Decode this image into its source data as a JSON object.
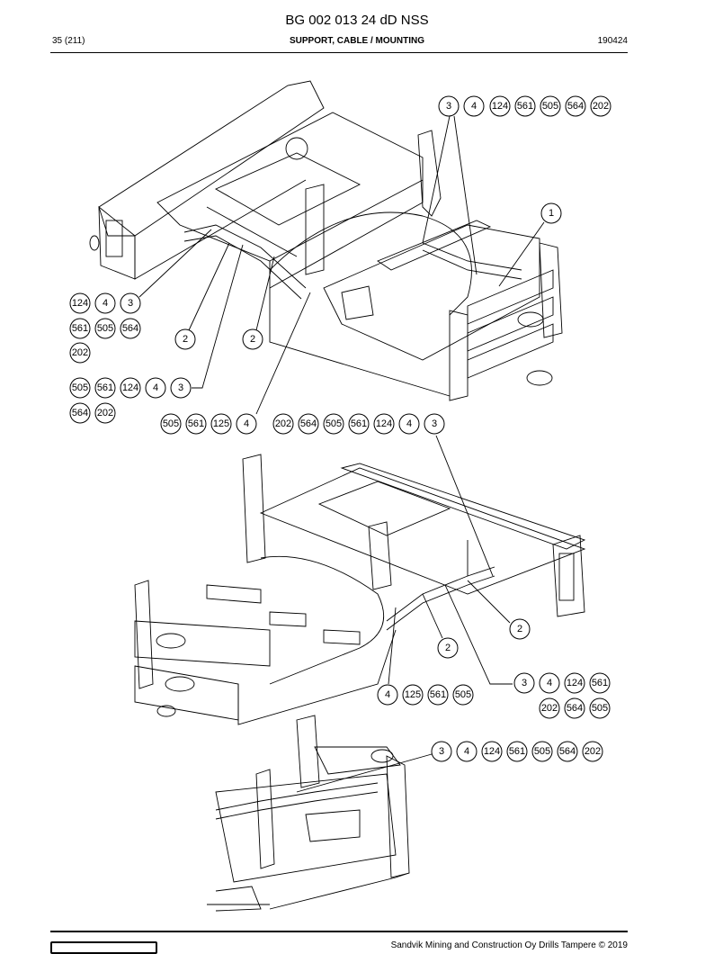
{
  "header": {
    "title": "BG 002 013 24 dD NSS",
    "page": "35 (211)",
    "section": "SUPPORT, CABLE / MOUNTING",
    "date": "190424"
  },
  "footer": {
    "copyright": "Sandvik Mining and Construction Oy Drills Tampere © 2019"
  },
  "callouts": {
    "g1": [
      "3",
      "4",
      "124",
      "561",
      "505",
      "564",
      "202"
    ],
    "c1": "1",
    "g2a": [
      "124",
      "4",
      "3"
    ],
    "g2b": [
      "561",
      "505",
      "564"
    ],
    "g2c": [
      "202"
    ],
    "c2a": "2",
    "c2b": "2",
    "g3a": [
      "505",
      "561",
      "124",
      "4",
      "3"
    ],
    "g3b": [
      "564",
      "202"
    ],
    "g4": [
      "505",
      "561",
      "125",
      "4"
    ],
    "g5": [
      "202",
      "564",
      "505",
      "561",
      "124",
      "4",
      "3"
    ],
    "c2c": "2",
    "c2d": "2",
    "g6a": [
      "3",
      "4",
      "124",
      "561"
    ],
    "g6b": [
      "202",
      "564",
      "505"
    ],
    "g7": [
      "4",
      "125",
      "561",
      "505"
    ],
    "g8": [
      "3",
      "4",
      "124",
      "561",
      "505",
      "564",
      "202"
    ]
  }
}
